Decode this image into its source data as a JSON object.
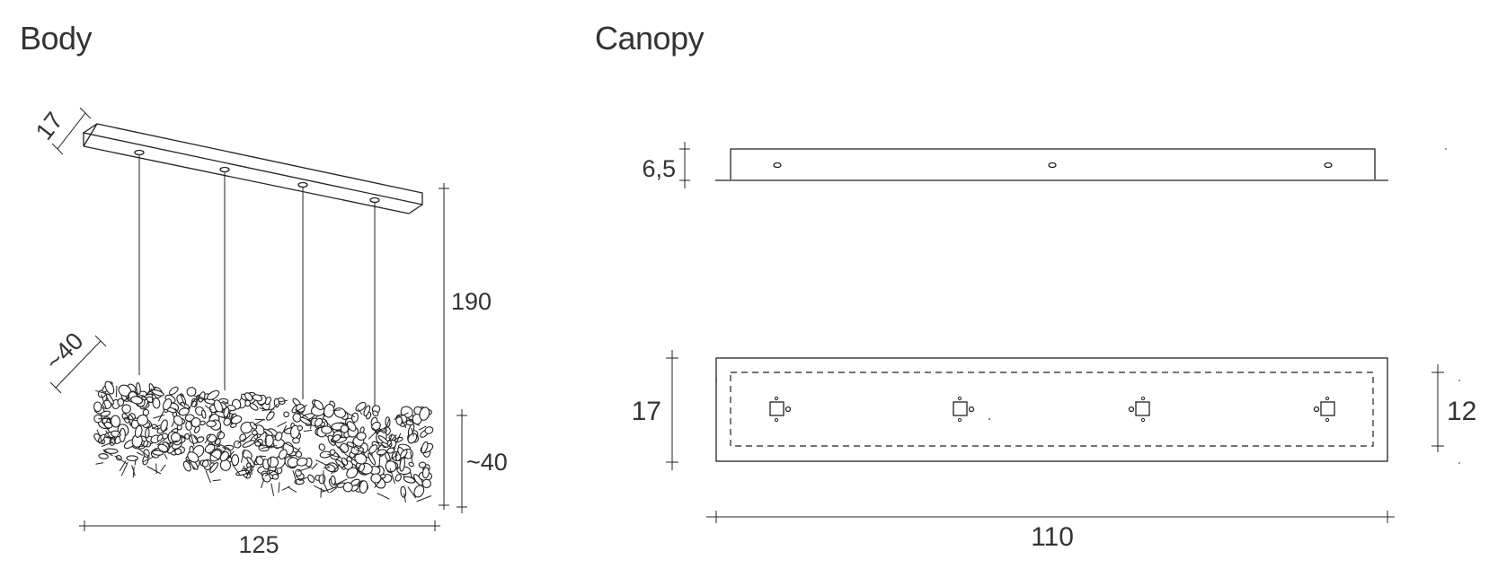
{
  "titles": {
    "body": "Body",
    "canopy": "Canopy"
  },
  "body_dims": {
    "depth": "17",
    "height_total": "190",
    "cluster_depth": "~40",
    "cluster_height": "~40",
    "width": "125"
  },
  "canopy_dims": {
    "height": "6,5",
    "depth": "17",
    "inner_depth": "12",
    "length": "110"
  }
}
